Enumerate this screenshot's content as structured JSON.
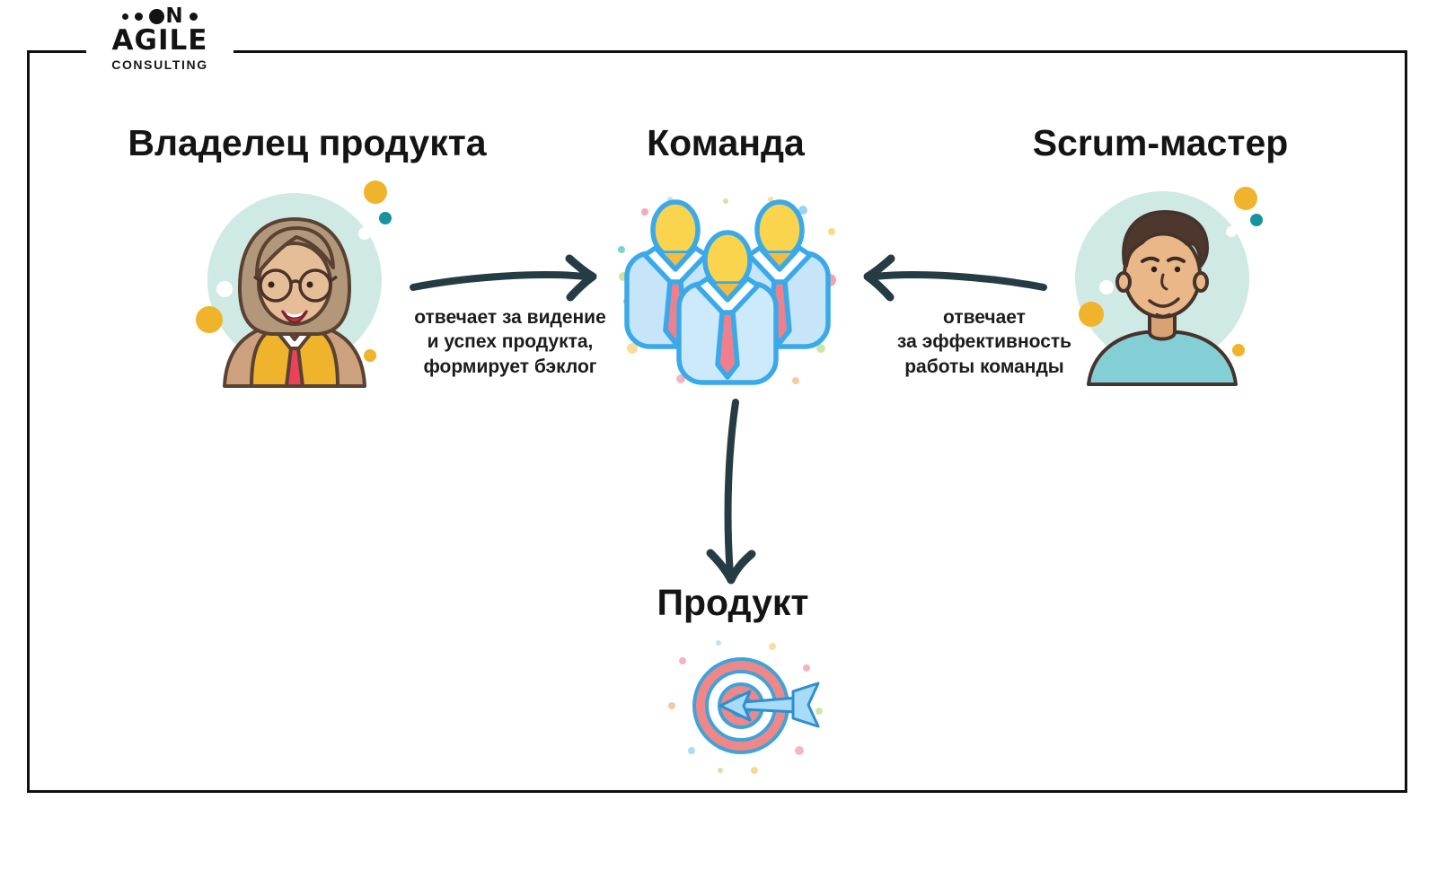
{
  "logo": {
    "mark_letter": "N",
    "brand": "AGILE",
    "subtitle": "CONSULTING"
  },
  "roles": {
    "product_owner": {
      "title": "Владелец продукта",
      "responsibility": "отвечает за видение\nи успех продукта,\nформирует бэклог"
    },
    "team": {
      "title": "Команда"
    },
    "scrum_master": {
      "title": "Scrum-мастер",
      "responsibility": "отвечает\nза эффективность\nработы команды"
    }
  },
  "product": {
    "title": "Продукт"
  },
  "icons": {
    "product_owner": "woman-avatar-icon",
    "team": "team-people-icon",
    "scrum_master": "man-avatar-icon",
    "product": "target-with-arrow-icon",
    "flow": [
      "arrow-right-icon",
      "arrow-left-icon",
      "arrow-down-icon"
    ]
  },
  "colors": {
    "ink": "#263c44",
    "accent_yellow": "#f0b32c",
    "accent_teal": "#15939f",
    "avatar_circle": "#cfe9e4",
    "team_blue": "#3aa9e9",
    "team_blue_fill": "#c6e5f9",
    "head_yellow": "#fbd44d",
    "tie_red": "#ef7f8a",
    "target_red": "#ee8787",
    "arrow_blue_fill": "#a8dbf7"
  }
}
